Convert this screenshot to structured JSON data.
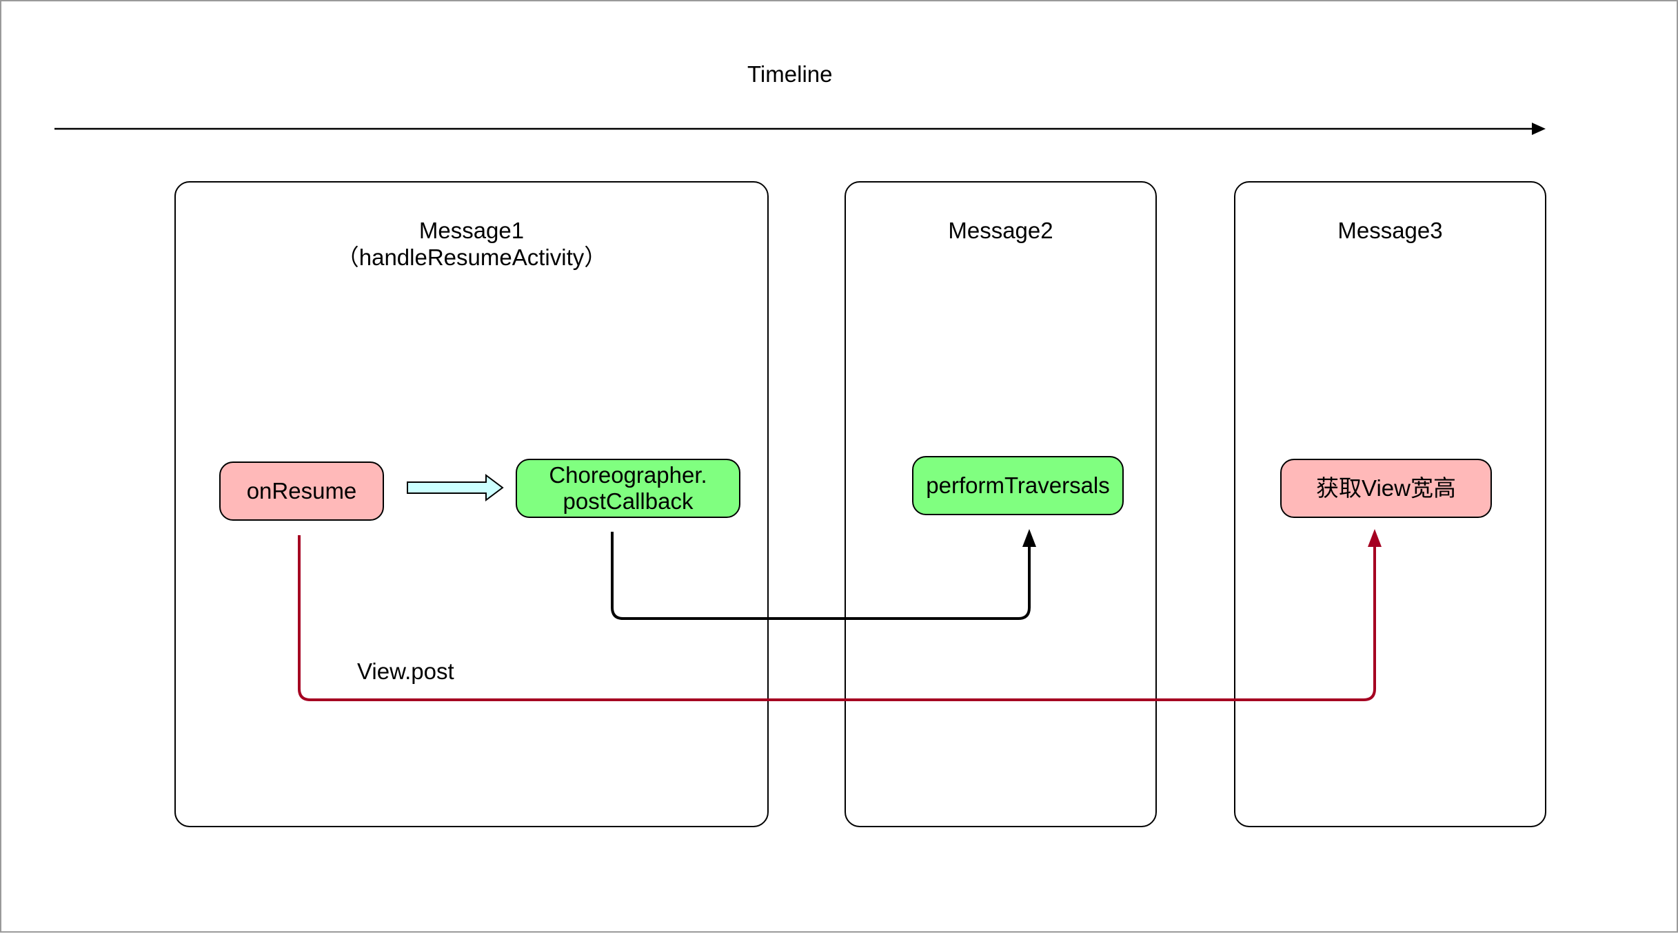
{
  "timeline": {
    "label": "Timeline"
  },
  "messages": [
    {
      "title": "Message1",
      "subtitle": "（handleResumeActivity）"
    },
    {
      "title": "Message2"
    },
    {
      "title": "Message3"
    }
  ],
  "nodes": {
    "on_resume": "onResume",
    "choreographer_line1": "Choreographer.",
    "choreographer_line2": "postCallback",
    "perform_traversals": "performTraversals",
    "get_view_size": "获取View宽高"
  },
  "edges": {
    "view_post_label": "View.post"
  },
  "colors": {
    "red_node": "#ffb9b9",
    "green_node": "#80ff80",
    "view_post_line": "#a50021",
    "block_arrow_fill": "#ccffff"
  }
}
